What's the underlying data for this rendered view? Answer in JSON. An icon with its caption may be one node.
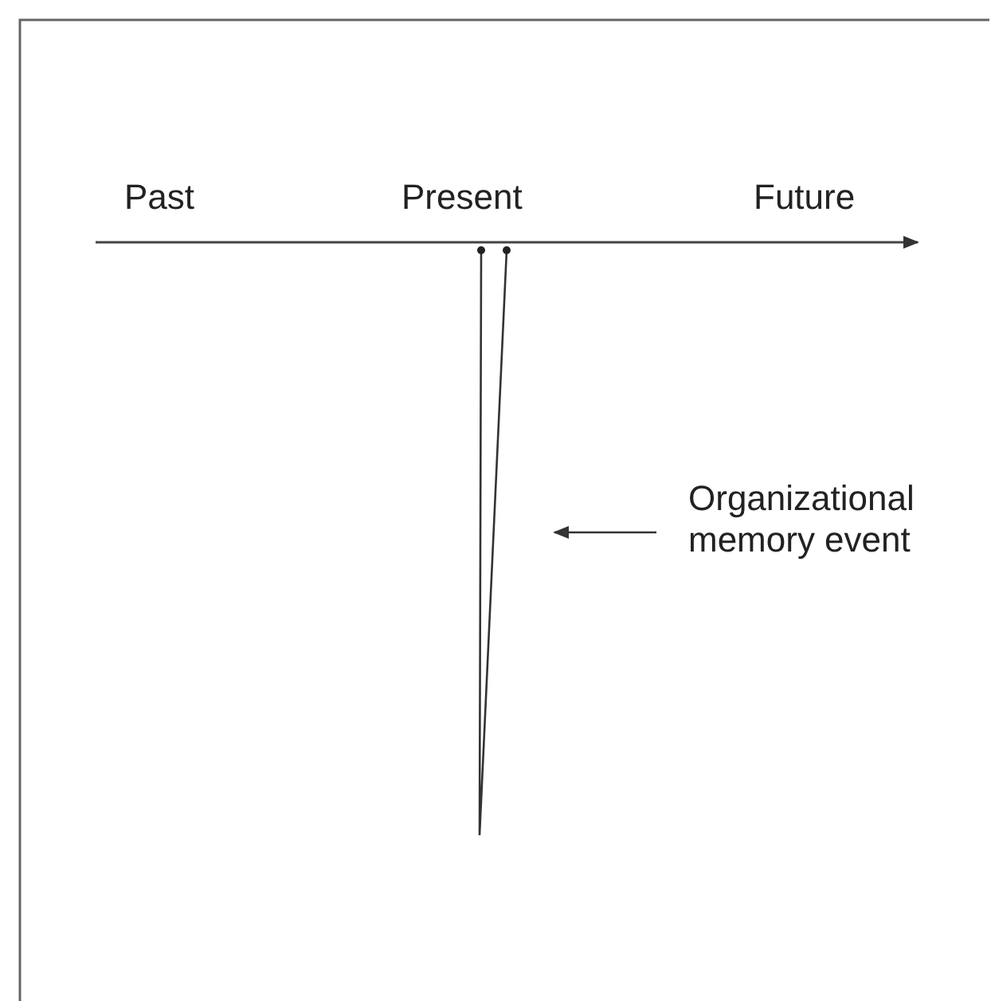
{
  "diagram": {
    "nodes": [
      {
        "text": [
          "Organizational memory event"
        ]
      },
      {
        "text": [],
        "shape": "triangle"
      }
    ],
    "edges": [
      {
        "from": 0,
        "to": 1,
        "arrow": "to"
      }
    ],
    "labels": [
      "Past",
      "Present",
      "Future"
    ]
  }
}
